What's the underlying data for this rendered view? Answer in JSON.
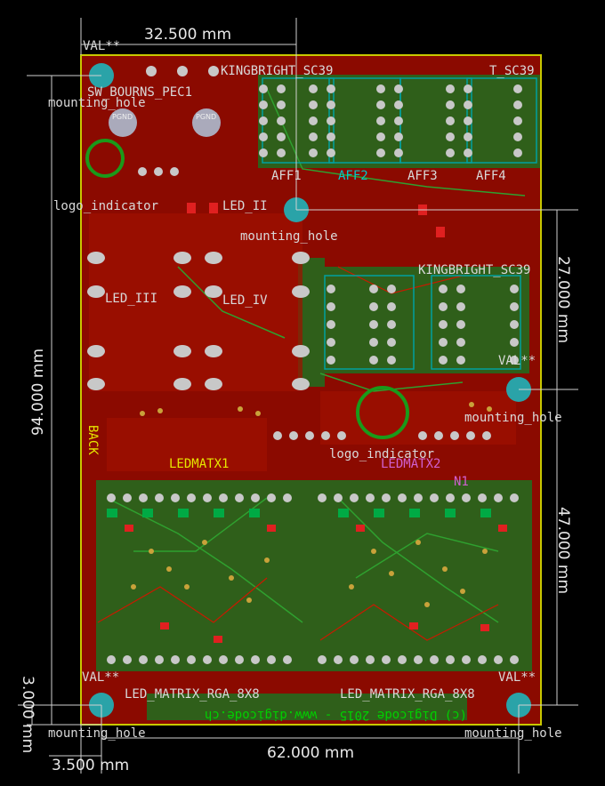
{
  "colors": {
    "background": "#000000",
    "copper_front": "#8b0a00",
    "copper_back": "#1e7a1e",
    "outline": "#c8c800",
    "pad": "#c8c8c8",
    "hole": "#2aa3a8",
    "dimension": "#e8e8e8"
  },
  "dimensions": {
    "top_width": "32.500 mm",
    "right_upper": "27.000 mm",
    "right_lower": "47.000 mm",
    "left_height": "94.000 mm",
    "bottom_width": "62.000 mm",
    "bottom_small": "3.500 mm",
    "left_small": "3.000 mm"
  },
  "labels": {
    "val_top_left": "VAL**",
    "kingbright_top": "KINGBRIGHT_SC39",
    "kingbright_mid": "KINGBRIGHT_SC39",
    "kingbright_top_right": "T_SC39",
    "sw_bourns": "SW_BOURNS_PEC1",
    "mounting_hole_tl": "mounting_hole",
    "mounting_hole_center": "mounting_hole",
    "mounting_hole_right": "mounting_hole",
    "mounting_hole_bl": "mounting_hole",
    "mounting_hole_br": "mounting_hole",
    "pgnd_1": "PGND",
    "pgnd_2": "PGND",
    "logo_indicator": "logo_indicator",
    "logo_indicator_bottom": "logo_indicator",
    "led_ii": "LED_II",
    "led_iii": "LED_III",
    "led_iv": "LED_IV",
    "aff2": "AFF2",
    "aff3": "AFF3",
    "aff4": "AFF4",
    "aff1": "AFF1",
    "ledmatx1": "LEDMATX1",
    "ledmatx2": "LEDMATX2",
    "back": "BACK",
    "led_matrix_1": "LED_MATRIX_RGA_8X8",
    "led_matrix_2": "LED_MATRIX_RGA_8X8",
    "val_right": "VAL**",
    "val_bl": "VAL**",
    "val_br": "VAL**",
    "copyright": "(c) Digicode 2015 - www.digicode.ch",
    "n1": "N1"
  }
}
